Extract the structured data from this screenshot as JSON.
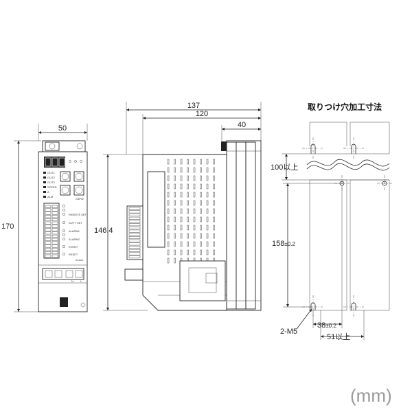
{
  "front_view": {
    "width_label": "50",
    "height_label": "170",
    "indicators": [
      "OUT1",
      "OUT2",
      "OUT3",
      "SPEED",
      "A",
      "ALM"
    ],
    "model": "G3PW",
    "brand": "omron",
    "terminal_labels": [
      "REMOTE SET",
      "DUTY SET",
      "ALARM1",
      "ALARM2",
      "EVENT",
      "RESET"
    ],
    "bottom_terminals": [
      "N",
      "L"
    ]
  },
  "side_view": {
    "depth_total_label": "137",
    "depth_120_label": "120",
    "fin_depth_label": "40",
    "height_label": "146.4"
  },
  "cutout": {
    "title": "取りつけ穴加工寸法",
    "clearance_label": "100以上",
    "pitch_vertical_label": "158",
    "pitch_vertical_tol": "±0.2",
    "screw_label": "2-M5",
    "pitch_horizontal_label": "38",
    "pitch_horizontal_tol": "±0.2",
    "spacing_label": "51以上"
  },
  "unit_label": "(mm)"
}
